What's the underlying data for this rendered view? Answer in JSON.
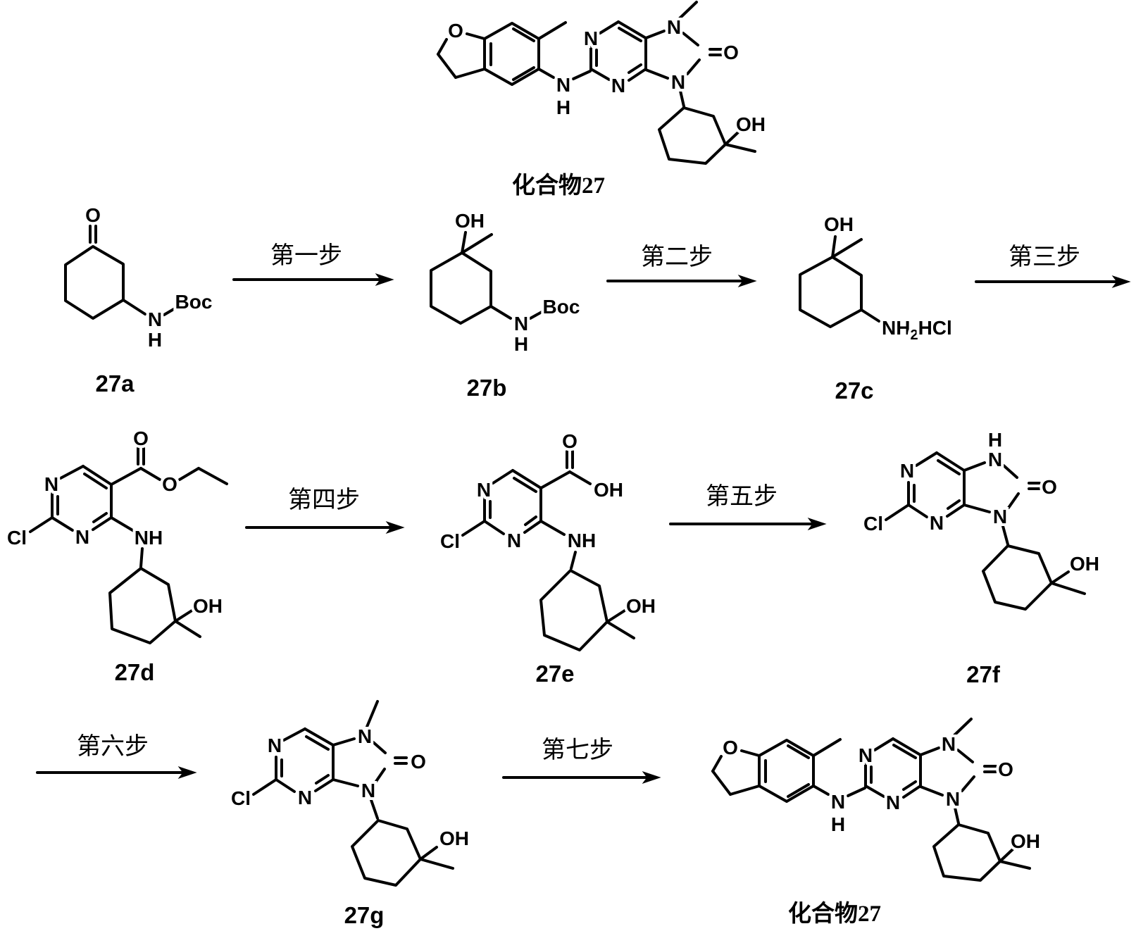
{
  "figure": {
    "type": "chemical-reaction-scheme",
    "final_compound_label_top": "化合物27",
    "final_compound_label_bottom": "化合物27",
    "compound_labels": {
      "a": "27a",
      "b": "27b",
      "c": "27c",
      "d": "27d",
      "e": "27e",
      "f": "27f",
      "g": "27g"
    },
    "step_labels": {
      "s1": "第一步",
      "s2": "第二步",
      "s3": "第三步",
      "s4": "第四步",
      "s5": "第五步",
      "s6": "第六步",
      "s7": "第七步"
    },
    "atom_labels": {
      "O": "O",
      "OH": "OH",
      "N": "N",
      "H": "H",
      "Cl": "Cl",
      "Boc": "Boc",
      "NH": "NH",
      "NH2_base": "NH",
      "NH2_sub": "2",
      "HCl_suffix": "HCl"
    }
  }
}
